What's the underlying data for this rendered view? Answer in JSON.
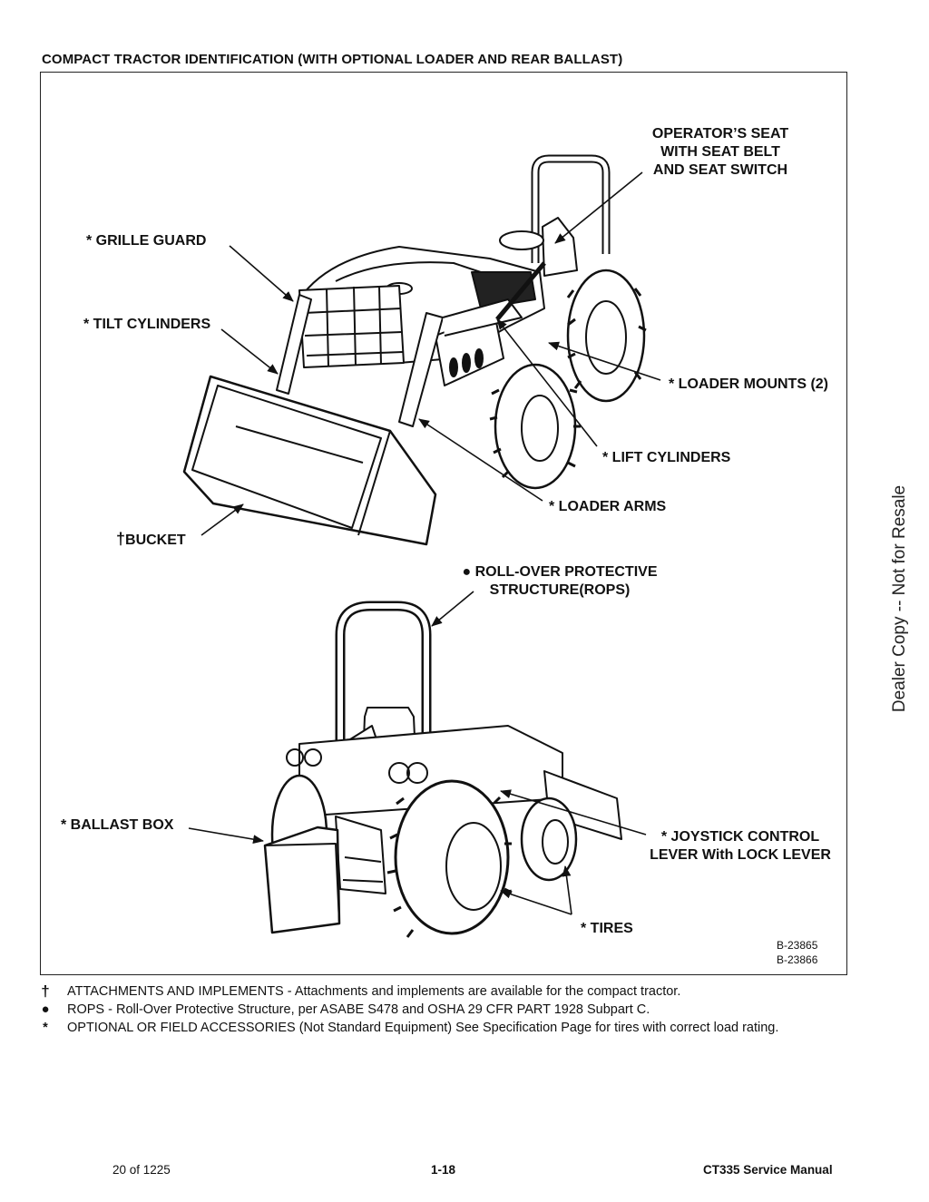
{
  "title": "COMPACT TRACTOR IDENTIFICATION (WITH OPTIONAL LOADER AND REAR BALLAST)",
  "labels": {
    "operator_seat": [
      "OPERATOR’S SEAT",
      "WITH SEAT BELT",
      "AND SEAT SWITCH"
    ],
    "grille_guard": "* GRILLE GUARD",
    "tilt_cylinders": "* TILT CYLINDERS",
    "loader_mounts": "* LOADER MOUNTS (2)",
    "lift_cylinders": "* LIFT CYLINDERS",
    "loader_arms": "* LOADER ARMS",
    "bucket_symbol": "†",
    "bucket": "BUCKET",
    "rops": [
      "● ROLL-OVER PROTECTIVE",
      "STRUCTURE(ROPS)"
    ],
    "ballast_box": "* BALLAST BOX",
    "joystick": [
      "* JOYSTICK CONTROL",
      "LEVER With LOCK LEVER"
    ],
    "tires": "* TIRES"
  },
  "figure_numbers": [
    "B-23865",
    "B-23866"
  ],
  "notes": [
    {
      "symbol": "†",
      "text": "ATTACHMENTS AND IMPLEMENTS - Attachments and implements are available for the compact tractor."
    },
    {
      "symbol": "●",
      "text": "ROPS - Roll-Over Protective Structure, per ASABE S478 and OSHA 29 CFR PART 1928 Subpart C."
    },
    {
      "symbol": "*",
      "text": "OPTIONAL OR FIELD ACCESSORIES (Not Standard Equipment) See Specification Page for tires with correct load rating."
    }
  ],
  "side_text": "Dealer Copy -- Not for Resale",
  "footer": {
    "page_of": "20 of 1225",
    "page_number": "1-18",
    "manual": "CT335 Service Manual"
  }
}
